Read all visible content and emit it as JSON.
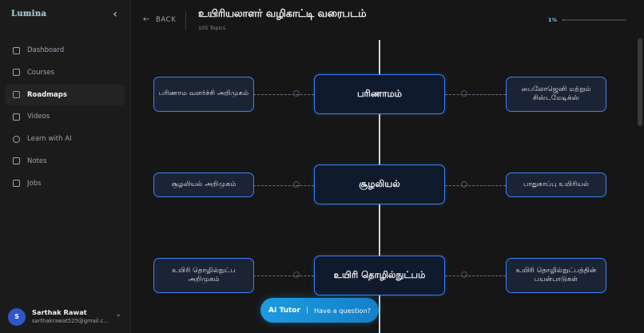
{
  "app": {
    "logo": "Lumina",
    "collapse_icon": "chevron-left-icon"
  },
  "sidebar": {
    "items": [
      {
        "label": "Dashboard",
        "icon": "grid-icon",
        "active": false
      },
      {
        "label": "Courses",
        "icon": "book-icon",
        "active": false
      },
      {
        "label": "Roadmaps",
        "icon": "map-icon",
        "active": true
      },
      {
        "label": "Videos",
        "icon": "video-icon",
        "active": false
      },
      {
        "label": "Learn with AI",
        "icon": "play-circle-icon",
        "active": false
      },
      {
        "label": "Notes",
        "icon": "document-icon",
        "active": false
      },
      {
        "label": "Jobs",
        "icon": "database-icon",
        "active": false
      }
    ],
    "user": {
      "initial": "S",
      "name": "Sarthak Rawat",
      "email": "sarthakrawat525@gmail.c..."
    }
  },
  "header": {
    "back_label": "BACK",
    "title": "உயிரியலாளர் வழிகாட்டி வரைபடம்",
    "subtitle": "105 Topics",
    "progress_text": "1%",
    "progress_value": 0.01
  },
  "roadmap": {
    "rows": [
      {
        "main": "பரிணாமம்",
        "left": "பரிணாம வளர்ச்சி அறிமுகம்",
        "right": "பைலோஜெனி மற்றும் சிஸ்டமேடிக்ஸ்"
      },
      {
        "main": "சூழலியல்",
        "left": "சூழலியல் அறிமுகம்",
        "right": "பாதுகாப்பு உயிரியல்"
      },
      {
        "main": "உயிரி தொழில்நுட்பம்",
        "left": "உயிரி தொழில்நுட்ப அறிமுகம்",
        "right": "உயிரி தொழில்நுட்பத்தின் பயன்பாடுகள்"
      }
    ]
  },
  "ai_tutor": {
    "label": "AI Tutor",
    "separator": "|",
    "prompt": "Have a question?"
  },
  "colors": {
    "accent": "#3b82f6",
    "progress": "#38bdf8",
    "background": "#161616"
  }
}
